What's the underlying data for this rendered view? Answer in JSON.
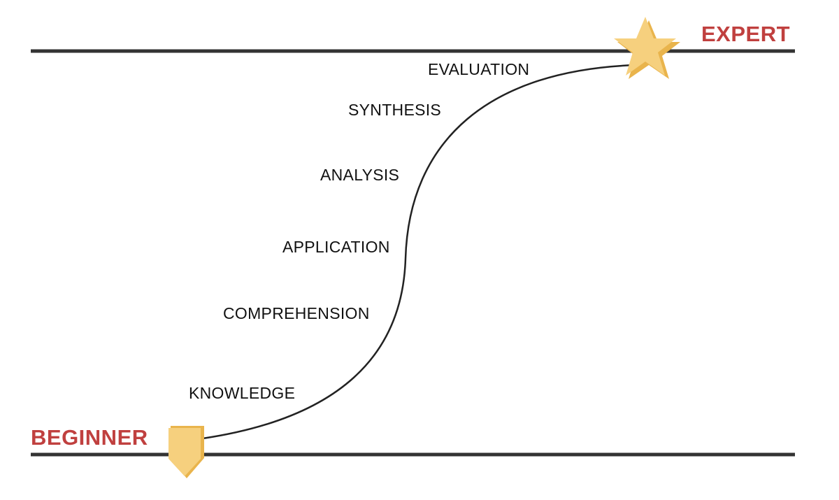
{
  "labels": {
    "expert": "EXPERT",
    "beginner": "BEGINNER"
  },
  "levels": [
    "EVALUATION",
    "SYNTHESIS",
    "ANALYSIS",
    "APPLICATION",
    "COMPREHENSION",
    "KNOWLEDGE"
  ],
  "colors": {
    "accent_red": "#c0403f",
    "marker_yellow": "#f6d07e",
    "marker_yellow_shade": "#e9b44c",
    "line_dark": "#333333",
    "text": "#111111"
  },
  "icons": {
    "top_marker": "star-icon",
    "bottom_marker": "pentagon-arrow-icon"
  }
}
